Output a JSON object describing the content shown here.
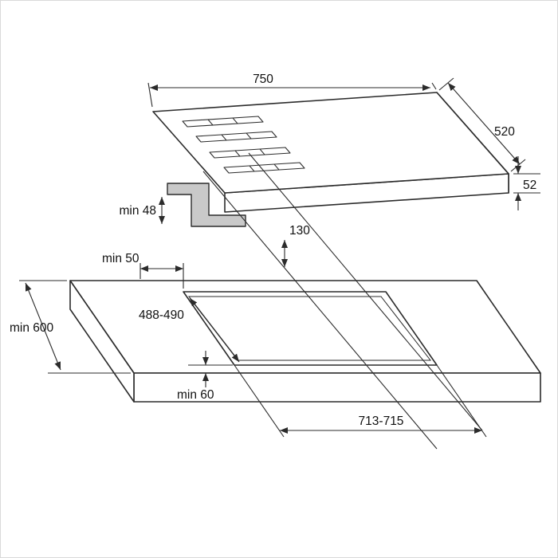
{
  "dimensions": {
    "width": "750",
    "depth": "520",
    "height": "52",
    "clearance_below": "min 48",
    "connection_offset": "130",
    "rear_gap": "min 50",
    "worktop_depth": "min 600",
    "cutout_depth": "488-490",
    "front_gap": "min 60",
    "cutout_width": "713-715"
  }
}
